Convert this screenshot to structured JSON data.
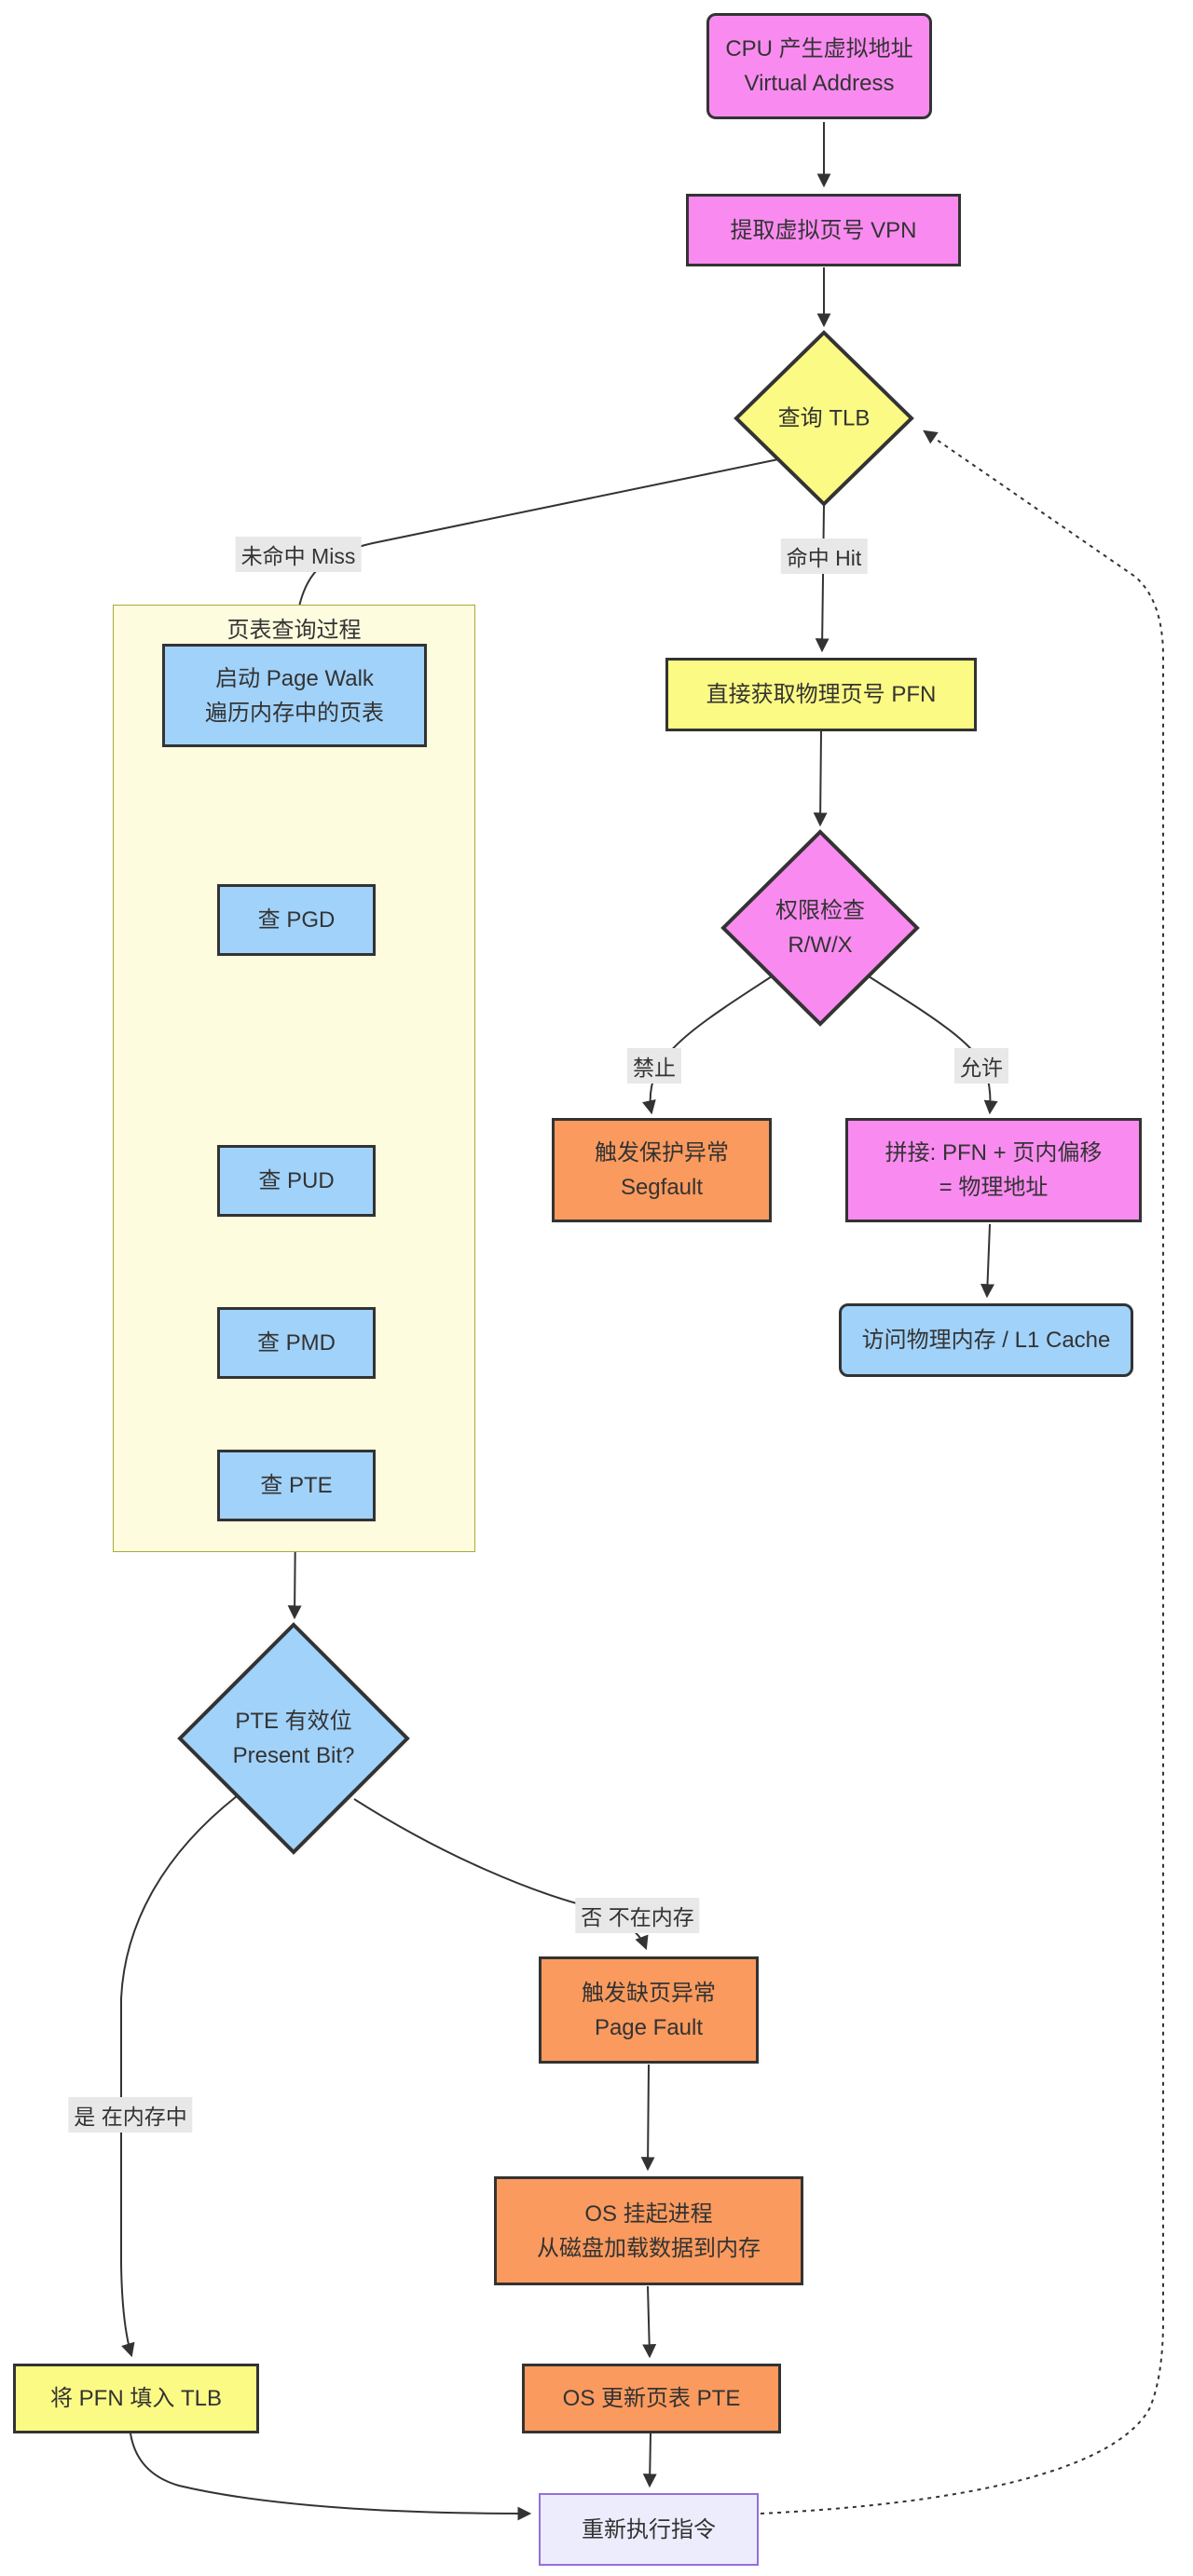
{
  "diagram": {
    "nodes": {
      "cpu": {
        "line1": "CPU 产生虚拟地址",
        "line2": "Virtual Address"
      },
      "vpn": {
        "label": "提取虚拟页号 VPN"
      },
      "tlb": {
        "label": "查询 TLB"
      },
      "pfn": {
        "label": "直接获取物理页号 PFN"
      },
      "perm": {
        "line1": "权限检查",
        "line2": "R/W/X"
      },
      "segfault": {
        "line1": "触发保护异常",
        "line2": "Segfault"
      },
      "concat": {
        "line1": "拼接: PFN + 页内偏移",
        "line2": "= 物理地址"
      },
      "access": {
        "label": "访问物理内存 / L1 Cache"
      },
      "present": {
        "line1": "PTE 有效位",
        "line2": "Present Bit?"
      },
      "page_fault": {
        "line1": "触发缺页异常",
        "line2": "Page Fault"
      },
      "os_load": {
        "line1": "OS 挂起进程",
        "line2": "从磁盘加载数据到内存"
      },
      "os_update": {
        "label": "OS 更新页表 PTE"
      },
      "fill_tlb": {
        "label": "将 PFN 填入 TLB"
      },
      "retry": {
        "label": "重新执行指令"
      }
    },
    "subgraph": {
      "title": "页表查询过程",
      "page_walk": {
        "line1": "启动 Page Walk",
        "line2": "遍历内存中的页表"
      },
      "steps": [
        "查 PGD",
        "查 PUD",
        "查 PMD",
        "查 PTE"
      ]
    },
    "edge_labels": {
      "miss": "未命中 Miss",
      "hit": "命中 Hit",
      "deny": "禁止",
      "allow": "允许",
      "yes": "是 在内存中",
      "no": "否 不在内存"
    },
    "colors": {
      "pink": "#f98bf0",
      "yellow": "#fbfa84",
      "blue": "#a1d2fa",
      "orange": "#fa9a5e",
      "lavender": "#ececfc",
      "lavender_border": "#9370db",
      "subgraph_bg": "#fdfcde",
      "subgraph_border": "#aaaa33",
      "border": "#333333",
      "edge": "#333333",
      "label_bg": "#e8e8e8"
    }
  }
}
